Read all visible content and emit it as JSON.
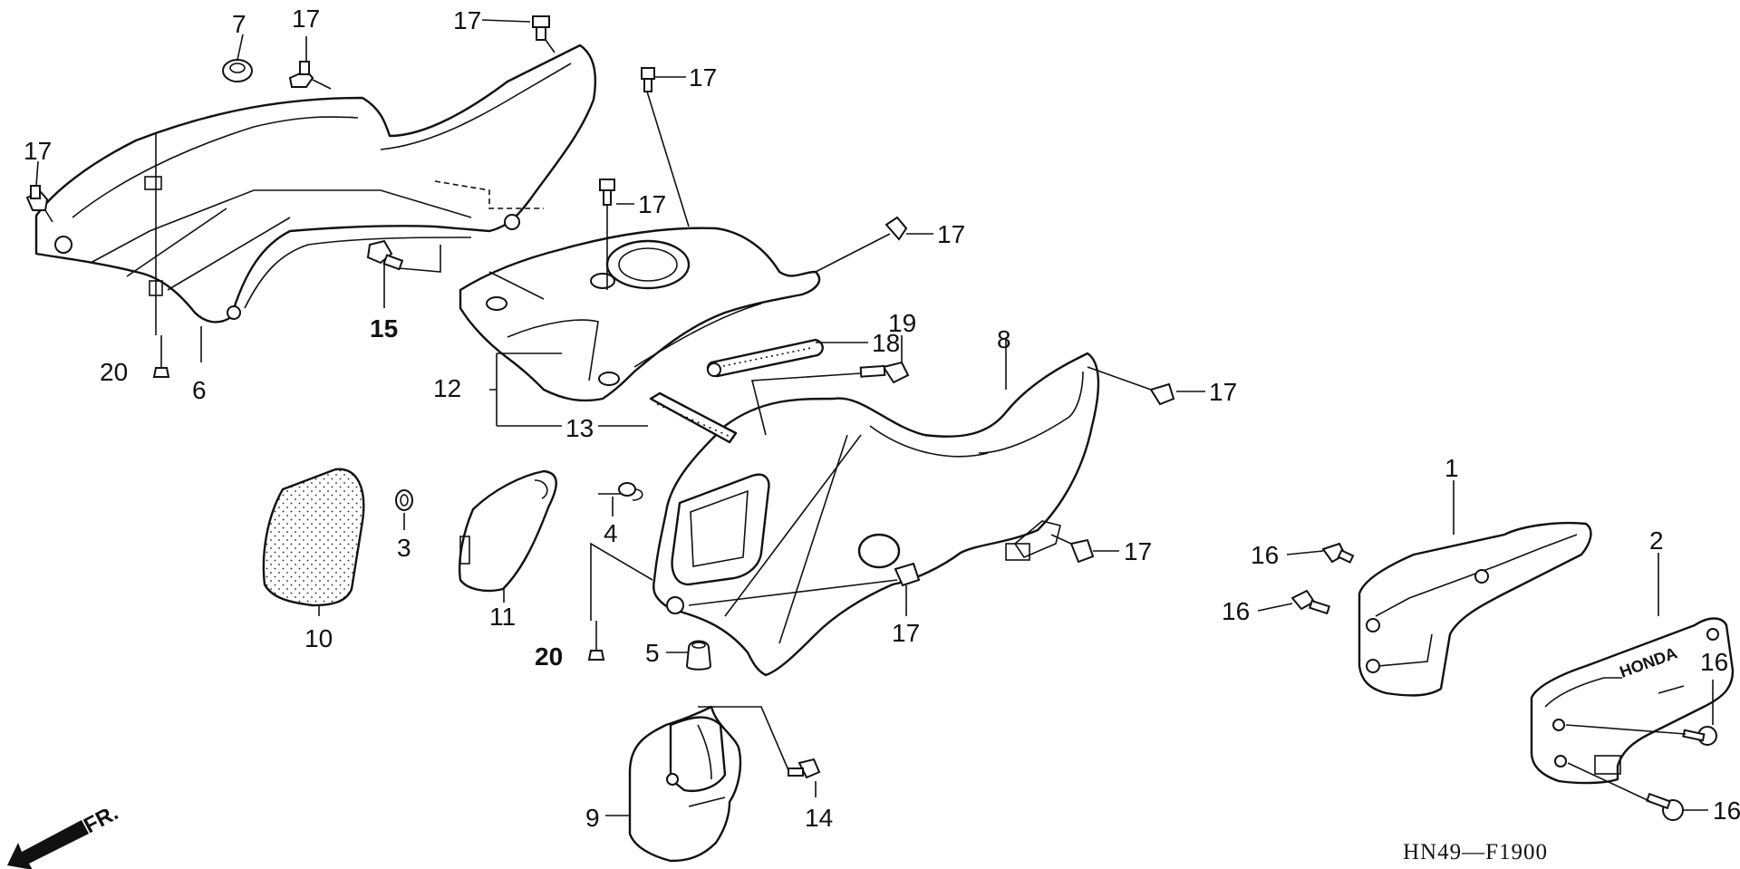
{
  "diagram": {
    "drawing_code": "HN49—F1900",
    "direction_label": "FR.",
    "logo_text": "HONDA"
  },
  "callouts": [
    {
      "id": "c1",
      "text": "1"
    },
    {
      "id": "c2",
      "text": "2"
    },
    {
      "id": "c3",
      "text": "3"
    },
    {
      "id": "c4",
      "text": "4"
    },
    {
      "id": "c5",
      "text": "5"
    },
    {
      "id": "c6",
      "text": "6"
    },
    {
      "id": "c7",
      "text": "7"
    },
    {
      "id": "c8",
      "text": "8"
    },
    {
      "id": "c9",
      "text": "9"
    },
    {
      "id": "c10",
      "text": "10"
    },
    {
      "id": "c11",
      "text": "11"
    },
    {
      "id": "c12",
      "text": "12"
    },
    {
      "id": "c13",
      "text": "13"
    },
    {
      "id": "c14",
      "text": "14"
    },
    {
      "id": "c15",
      "text": "15"
    },
    {
      "id": "c16",
      "text": "16"
    },
    {
      "id": "c17",
      "text": "17"
    },
    {
      "id": "c18",
      "text": "18"
    },
    {
      "id": "c19",
      "text": "19"
    },
    {
      "id": "c20",
      "text": "20"
    }
  ]
}
